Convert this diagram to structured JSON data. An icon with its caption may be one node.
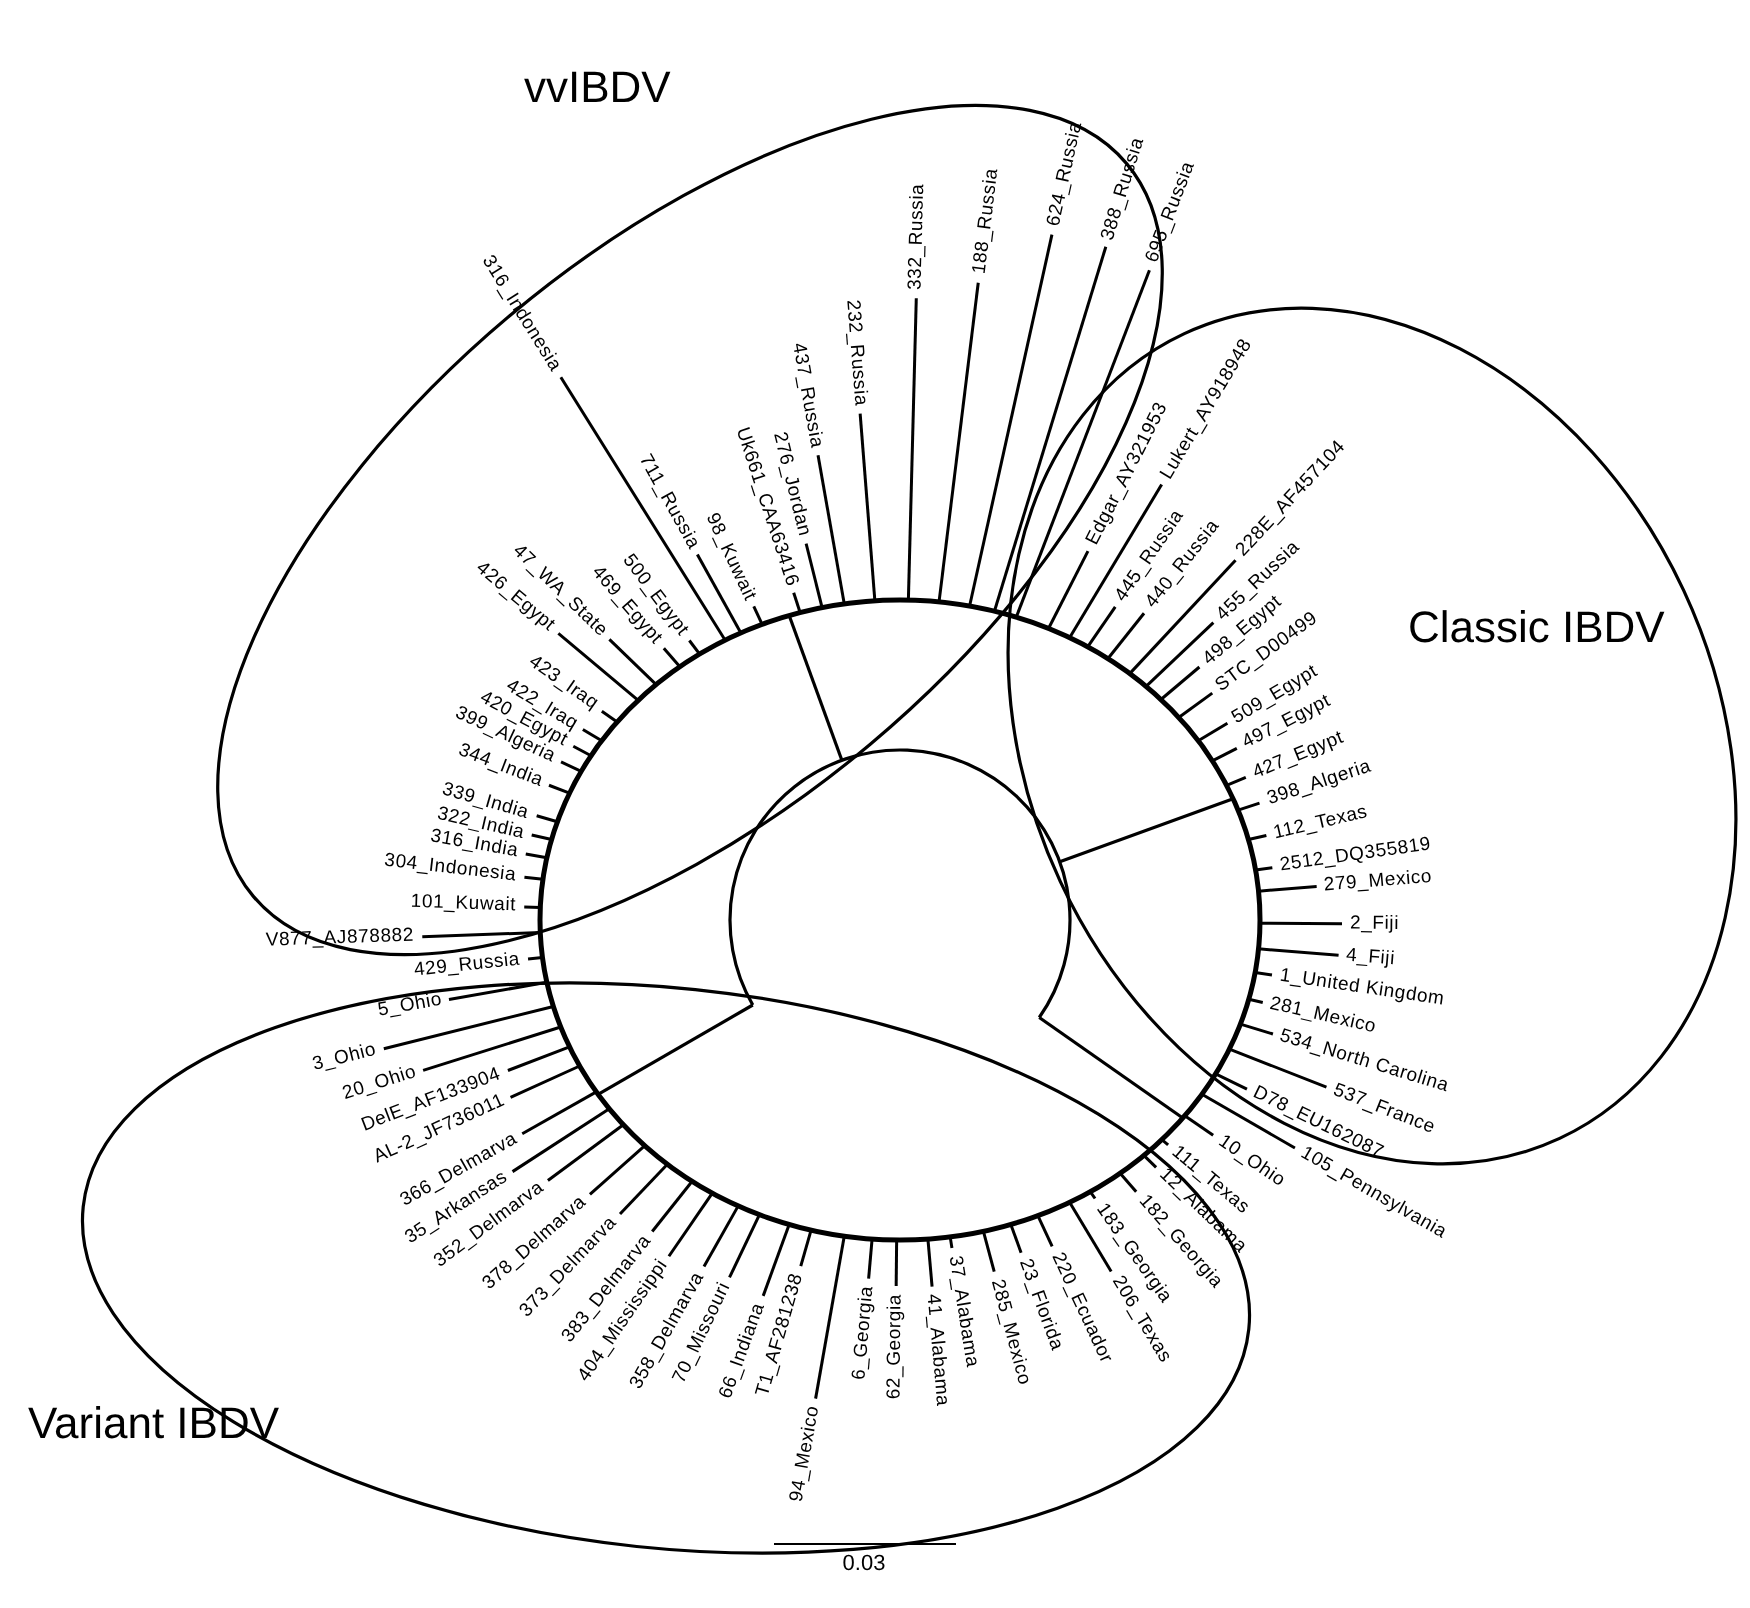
{
  "diagram": {
    "nodes": [
      {
        "text": [
          "vvIBDV"
        ]
      },
      {
        "text": [
          "Classic IBDV"
        ]
      },
      {
        "text": [
          "Variant IBDV"
        ]
      }
    ],
    "labels": [
      "V877_AJ878882",
      "101_Kuwait",
      "304_Indonesia",
      "316_India",
      "322_India",
      "339_India",
      "344_India",
      "399_Algeria",
      "420_Egypt",
      "422_Iraq",
      "423_Iraq",
      "426_Egypt",
      "47_WA_State",
      "469_Egypt",
      "500_Egypt",
      "316_Indonesia",
      "711_Russia",
      "98_Kuwait",
      "Uk661_CAA63416",
      "276_Jordan",
      "437_Russia",
      "232_Russia",
      "332_Russia",
      "188_Russia",
      "624_Russia",
      "388_Russia",
      "695_Russia",
      "Edgar_AY321953",
      "Lukert_AY918948",
      "445_Russia",
      "440_Russia",
      "228E_AF457104",
      "455_Russia",
      "498_Egypt",
      "STC_D00499",
      "509_Egypt",
      "497_Egypt",
      "427_Egypt",
      "398_Algeria",
      "112_Texas",
      "2512_DQ355819",
      "279_Mexico",
      "2_Fiji",
      "4_Fiji",
      "1_United Kingdom",
      "281_Mexico",
      "534_North Carolina",
      "537_France",
      "D78_EU162087",
      "105_Pennsylvania",
      "429_Russia",
      "5_Ohio",
      "3_Ohio",
      "20_Ohio",
      "DelE_AF133904",
      "AL-2_JF736011",
      "366_Delmarva",
      "35_Arkansas",
      "352_Delmarva",
      "378_Delmarva",
      "373_Delmarva",
      "383_Delmarva",
      "404_Mississippi",
      "358_Delmarva",
      "70_Missouri",
      "66_Indiana",
      "T1_AF281238",
      "94_Mexico",
      "6_Georgia",
      "62_Georgia",
      "41_Alabama",
      "37_Alabama",
      "285_Mexico",
      "23_Florida",
      "220_Ecuador",
      "206_Texas",
      "183_Georgia",
      "182_Georgia",
      "12_Alabama",
      "111_Texas",
      "10_Ohio",
      "0.03"
    ]
  }
}
